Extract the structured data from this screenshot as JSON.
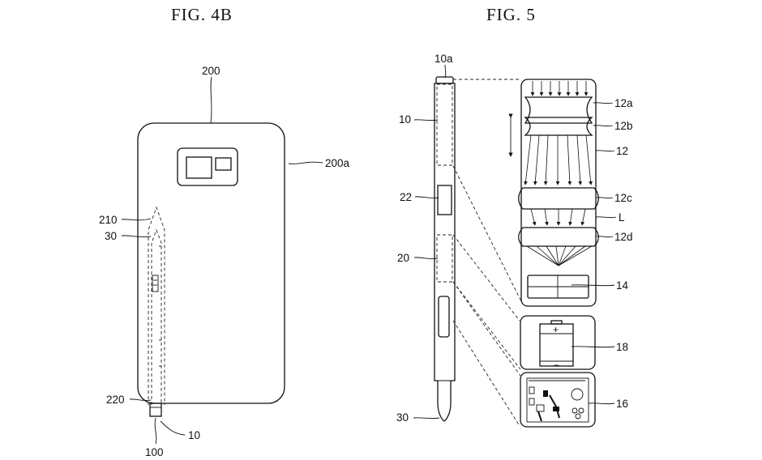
{
  "fig4b": {
    "title": "FIG. 4B",
    "labels": {
      "l200": "200",
      "l200a": "200a",
      "l210": "210",
      "l30": "30",
      "l220": "220",
      "l10": "10",
      "l100": "100"
    }
  },
  "fig5": {
    "title": "FIG. 5",
    "labels": {
      "l10a": "10a",
      "l10": "10",
      "l22": "22",
      "l20": "20",
      "l30": "30",
      "l12a": "12a",
      "l12b": "12b",
      "l12": "12",
      "l12c": "12c",
      "lL": "L",
      "l12d": "12d",
      "l14": "14",
      "l18": "18",
      "l16": "16"
    },
    "battery_plus": "+",
    "battery_minus": "−"
  }
}
